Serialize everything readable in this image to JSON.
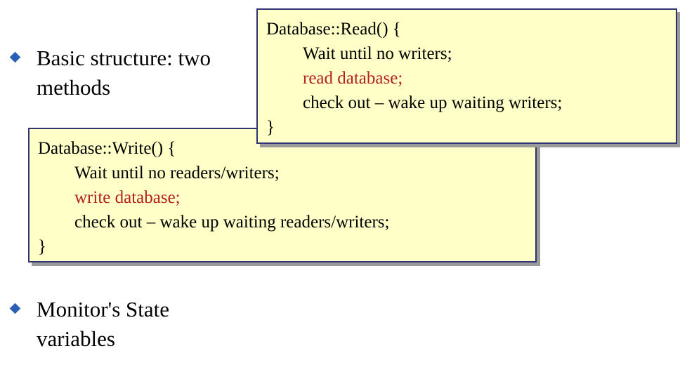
{
  "bullets": [
    {
      "lines": [
        "Basic structure: two",
        "methods"
      ]
    },
    {
      "lines": [
        "Monitor's State",
        "variables"
      ]
    }
  ],
  "read_box": {
    "lines": [
      "Database::Read() {",
      "Wait until no writers;",
      "read database;",
      "check out – wake up waiting writers;",
      "}"
    ]
  },
  "write_box": {
    "lines": [
      "Database::Write() {",
      "Wait until no readers/writers;",
      "write database;",
      "check out – wake up waiting readers/writers;",
      "}"
    ]
  },
  "colors": {
    "bullet": "#2b5fb5",
    "box_fill": "#ffffc8",
    "box_border": "#2e3470",
    "highlight_text": "#b22222"
  }
}
